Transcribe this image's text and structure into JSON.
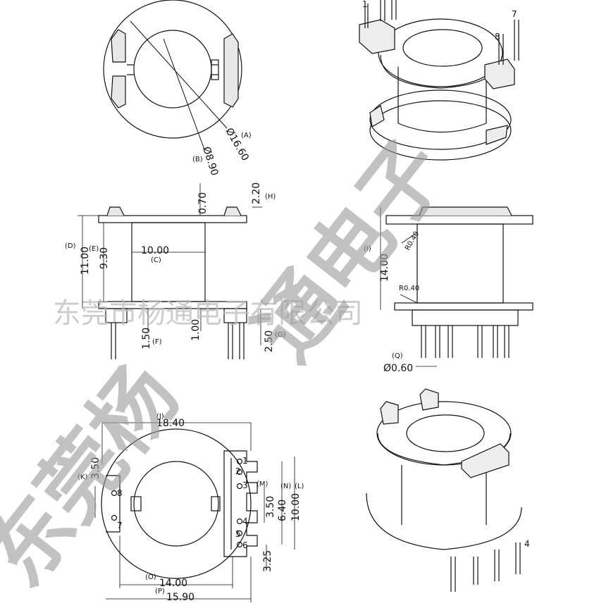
{
  "watermark": {
    "line": "东莞市杨通电子有限公司",
    "big_lower": "东莞杨",
    "big_upper": "通电子"
  },
  "top_view": {
    "dim_a": "Ø16.60",
    "tag_a": "(A)",
    "dim_b": "Ø8.90",
    "tag_b": "(B)"
  },
  "front_view": {
    "dim_h": "2.20",
    "tag_h": "(H)",
    "dim_070": "0.70",
    "dim_c": "10.00",
    "tag_c": "(C)",
    "dim_d": "11.00",
    "tag_d": "(D)",
    "dim_e": "9.30",
    "tag_e": "(E)",
    "dim_f": "1.50",
    "tag_f": "(F)",
    "dim_100": "1.00",
    "dim_g": "2.50",
    "tag_g": "(G)"
  },
  "side_view": {
    "dim_i": "14.00",
    "tag_i": "(I)",
    "r1": "R0.40",
    "r2": "R0.40",
    "tag_q": "(Q)",
    "dim_q": "Ø0.60"
  },
  "bottom_view": {
    "dim_j": "18.40",
    "tag_j": "(J)",
    "dim_k": "3.50",
    "tag_k": "(K)",
    "dim_m": "3.50",
    "tag_m": "(M)",
    "dim_n": "6.40",
    "tag_n": "(N)",
    "dim_l": "10.00",
    "tag_l": "(L)",
    "dim_325": "3.25",
    "dim_o": "14.00",
    "tag_o": "(O)",
    "dim_p": "15.90",
    "tag_p": "(P)",
    "pins": [
      "1",
      "2",
      "3",
      "4",
      "5",
      "6",
      "7",
      "8"
    ]
  },
  "iso_top": {
    "pins": [
      "1",
      "7",
      "8"
    ]
  },
  "iso_bottom": {
    "pin": "4"
  }
}
